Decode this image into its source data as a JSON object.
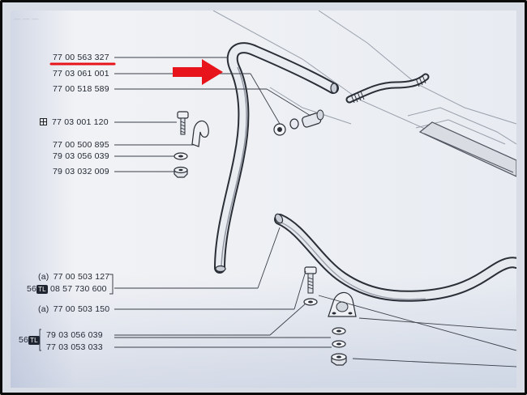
{
  "part_numbers": [
    {
      "id": "p1",
      "text": "77 00 563 327"
    },
    {
      "id": "p2",
      "text": "77 03 061 001"
    },
    {
      "id": "p3",
      "text": "77 00 518 589"
    },
    {
      "id": "p4",
      "text": "77 03 001 120"
    },
    {
      "id": "p5",
      "text": "77 00 500 895"
    },
    {
      "id": "p6",
      "text": "79 03 056 039"
    },
    {
      "id": "p7",
      "text": "79 03 032 009"
    },
    {
      "id": "p8",
      "text": "77 00 503 127",
      "prefix": "(a)"
    },
    {
      "id": "p9",
      "text": "08 57 730 600",
      "prefix": "56",
      "badge": "TL"
    },
    {
      "id": "p10",
      "text": "77 00 503 150",
      "prefix": "(a)"
    },
    {
      "id": "p11",
      "text": "79 03 056 039",
      "prefix": "56",
      "badge": "TL"
    },
    {
      "id": "p12",
      "text": "77 03 053 033"
    }
  ],
  "highlight": {
    "underline_color": "#e8141c",
    "arrow_color": "#e8141c"
  }
}
